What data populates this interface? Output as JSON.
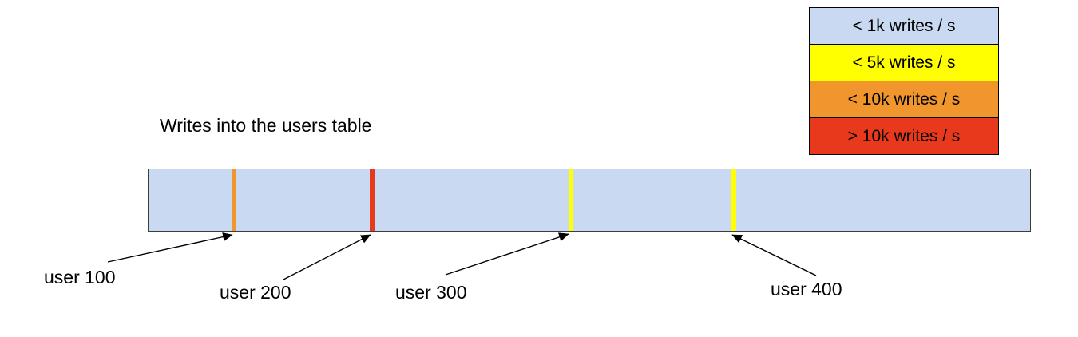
{
  "title": "Writes into the users table",
  "legend": {
    "items": [
      {
        "label": "< 1k writes / s",
        "color": "#c9d9f1"
      },
      {
        "label": "< 5k writes / s",
        "color": "#ffff00"
      },
      {
        "label": "< 10k writes / s",
        "color": "#f0962d"
      },
      {
        "label": "> 10k writes / s",
        "color": "#e8391d"
      }
    ]
  },
  "bar": {
    "fill": "#c9d9f1",
    "markers": [
      {
        "label": "user 100",
        "color": "#f0962d",
        "offset_pct": 9.4
      },
      {
        "label": "user 200",
        "color": "#e8391d",
        "offset_pct": 25.1
      },
      {
        "label": "user 300",
        "color": "#ffff00",
        "offset_pct": 47.6
      },
      {
        "label": "user 400",
        "color": "#ffff00",
        "offset_pct": 66.1
      }
    ]
  }
}
